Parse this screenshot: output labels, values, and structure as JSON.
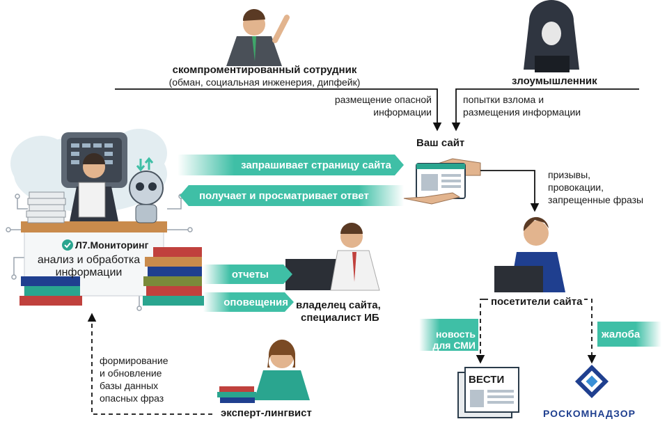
{
  "actors": {
    "compromised_employee": {
      "title": "скомпроментированный сотрудник",
      "subtitle": "(обман, социальная инженерия, дипфейк)",
      "action": [
        "размещение опасной",
        "информации"
      ]
    },
    "attacker": {
      "title": "злоумышленник",
      "action": [
        "попытки взлома и",
        "размещения информации"
      ]
    },
    "site": {
      "title": "Ваш сайт"
    },
    "visitors": {
      "title": "посетители сайта"
    },
    "owner": {
      "title": [
        "владелец сайта,",
        "специалист ИБ"
      ]
    },
    "linguist": {
      "title": "эксперт-лингвист"
    }
  },
  "flows": {
    "request": "запрашивает страницу сайта",
    "response": "получает и просматривает ответ",
    "reports": "отчеты",
    "alerts": "оповещения",
    "media": [
      "новость",
      "для СМИ"
    ],
    "complaint": "жалоба",
    "calls": [
      "призывы,",
      "провокации,",
      "запрещенные фразы"
    ],
    "database": [
      "формирование",
      "и обновление",
      "базы данных",
      "опасных фраз"
    ]
  },
  "system": {
    "logo": "Л7.Мониторинг",
    "description": [
      "анализ и обработка",
      "информации"
    ]
  },
  "newspaper": {
    "title": "ВЕСТИ"
  },
  "regulator": {
    "name": "РОСКОМНАДЗОР"
  },
  "colors": {
    "teal": "#3fbfa6",
    "teal_dark": "#2aa58f",
    "navy": "#1f3f8f",
    "cloud": "#e3edf1"
  }
}
